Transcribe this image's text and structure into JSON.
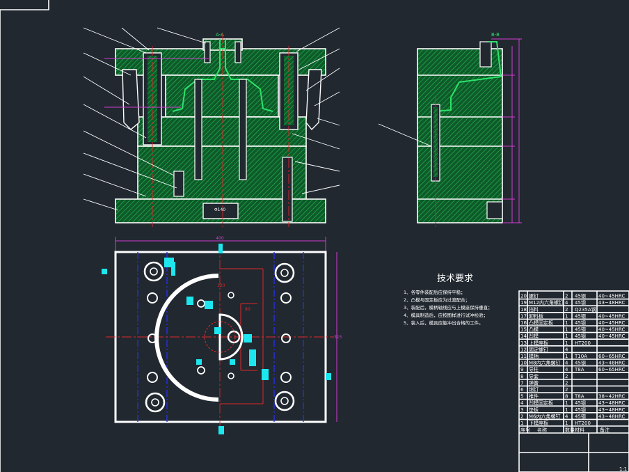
{
  "drawing": {
    "section_main_label": "A-A",
    "section_side_label": "B-B",
    "dimensions": {
      "bottom_slot": "Φ140",
      "plan_top": "400",
      "plan_mid": "120",
      "plan_inner": "80",
      "plan_side": "315"
    }
  },
  "technical_requirements": {
    "title": "技术要求",
    "items": [
      "1、各零件装配后应保持平稳；",
      "2、凸模与固定板应为过渡配合；",
      "3、装配后，模柄轴线应与上模座保持垂直；",
      "4、模具制造后，应按图样进行试冲检验；",
      "5、装入后，模具应能冲出合格的工件。"
    ]
  },
  "parts_table": {
    "rows": [
      {
        "no": "20",
        "name": "螺钉",
        "qty": "2",
        "mat": "45钢",
        "note": "40~45HRC"
      },
      {
        "no": "19",
        "name": "M12内六角螺钉",
        "qty": "4",
        "mat": "45钢",
        "note": "43~48HRC"
      },
      {
        "no": "18",
        "name": "挡料",
        "qty": "2",
        "mat": "Q235A钢",
        "note": ""
      },
      {
        "no": "17",
        "name": "卸料板",
        "qty": "1",
        "mat": "45钢",
        "note": "40~45HRC"
      },
      {
        "no": "16",
        "name": "凸模固定板",
        "qty": "1",
        "mat": "45钢",
        "note": "40~45HRC"
      },
      {
        "no": "15",
        "name": "凸模",
        "qty": "1",
        "mat": "45钢",
        "note": "40~45HRC"
      },
      {
        "no": "14",
        "name": "凹模",
        "qty": "1",
        "mat": "45钢",
        "note": "40~45HRC"
      },
      {
        "no": "13",
        "name": "上模座板",
        "qty": "1",
        "mat": "HT200",
        "note": ""
      },
      {
        "no": "12",
        "name": "固定螺钉",
        "qty": "4",
        "mat": "",
        "note": ""
      },
      {
        "no": "11",
        "name": "模柄",
        "qty": "1",
        "mat": "T10A",
        "note": "60~65HRC"
      },
      {
        "no": "10",
        "name": "M8内六角螺钉",
        "qty": "4",
        "mat": "45钢",
        "note": "43~48HRC"
      },
      {
        "no": "9",
        "name": "导柱",
        "qty": "4",
        "mat": "T8A",
        "note": "60~65HRC"
      },
      {
        "no": "8",
        "name": "导套",
        "qty": "2",
        "mat": "",
        "note": ""
      },
      {
        "no": "7",
        "name": "弹簧",
        "qty": "2",
        "mat": "",
        "note": ""
      },
      {
        "no": "6",
        "name": "销钉",
        "qty": "2",
        "mat": "",
        "note": ""
      },
      {
        "no": "5",
        "name": "推件",
        "qty": "8",
        "mat": "T8A",
        "note": "38~42HRC"
      },
      {
        "no": "4",
        "name": "凹模固定板",
        "qty": "1",
        "mat": "45钢",
        "note": "43~48HRC"
      },
      {
        "no": "3",
        "name": "垫板",
        "qty": "1",
        "mat": "45钢",
        "note": "43~48HRC"
      },
      {
        "no": "2",
        "name": "M6内六角螺钉",
        "qty": "4",
        "mat": "45钢",
        "note": "43~48HRC"
      },
      {
        "no": "1",
        "name": "下模座板",
        "qty": "1",
        "mat": "HT200",
        "note": ""
      }
    ],
    "header": {
      "no": "序号",
      "name": "名称",
      "qty": "数量",
      "mat": "材料",
      "note": "备注"
    },
    "scale": "1:1"
  }
}
